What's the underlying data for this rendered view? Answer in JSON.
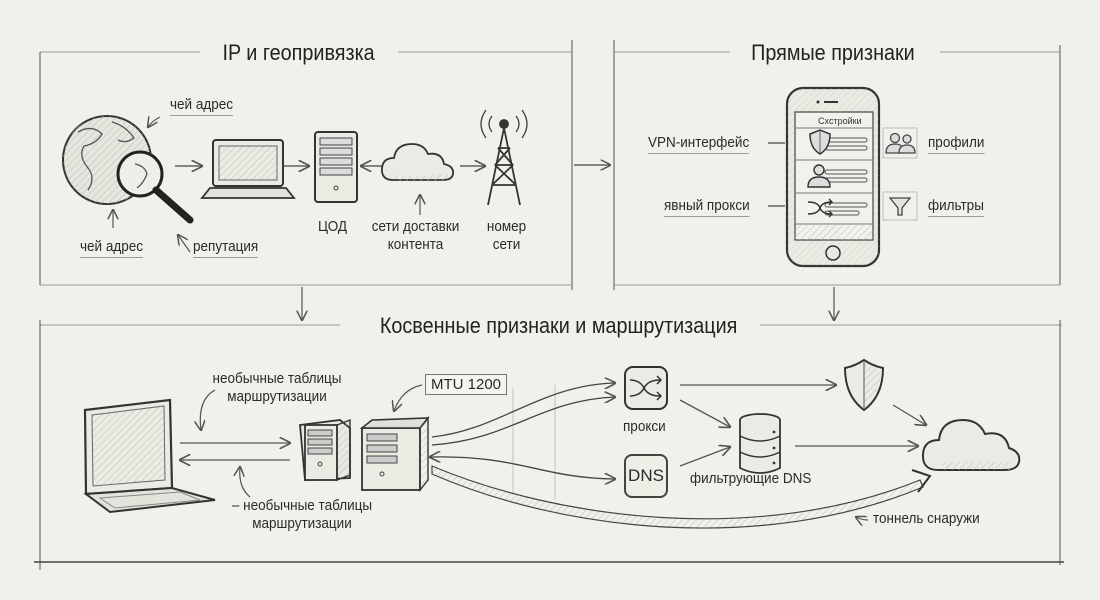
{
  "panels": {
    "ip_geo": {
      "title": "IP и геопривязка",
      "labels": {
        "whose_address_top": "чей адрес",
        "whose_address_bottom": "чей адрес",
        "reputation": "репутация",
        "datacenter": "ЦОД",
        "cdn_line1": "сети доставки",
        "cdn_line2": "контента",
        "network_number_line1": "номер",
        "network_number_line2": "сети"
      }
    },
    "direct_signs": {
      "title": "Прямые признаки",
      "phone_screen_title": "Сxстройки",
      "labels": {
        "vpn_interface": "VPN-интерфейс",
        "explicit_proxy": "явный прокси",
        "profiles": "профили",
        "filters": "фильтры"
      }
    },
    "indirect_routing": {
      "title": "Косвенные признаки и маршрутизация",
      "labels": {
        "unusual_routes_top_line1": "необычные таблицы",
        "unusual_routes_top_line2": "маршрутизации",
        "unusual_routes_bottom_line1": "– необычные таблицы",
        "unusual_routes_bottom_line2": "маршрутизации",
        "mtu": "MTU 1200",
        "proxy": "прокси",
        "dns_box": "DNS",
        "filtering_dns": "фильтрующие DNS",
        "outside_tunnel": "тоннель снаружи"
      }
    }
  },
  "icons": [
    "globe-icon",
    "magnifier-icon",
    "laptop-icon",
    "server-icon",
    "cloud-icon",
    "cell-tower-icon",
    "smartphone-icon",
    "shield-icon",
    "user-icon",
    "shuffle-icon",
    "users-icon",
    "funnel-icon",
    "database-icon"
  ],
  "colors": {
    "paper": "#f1f0ea",
    "ink": "#2a2a2a",
    "hatch": "#b9b8b0"
  }
}
